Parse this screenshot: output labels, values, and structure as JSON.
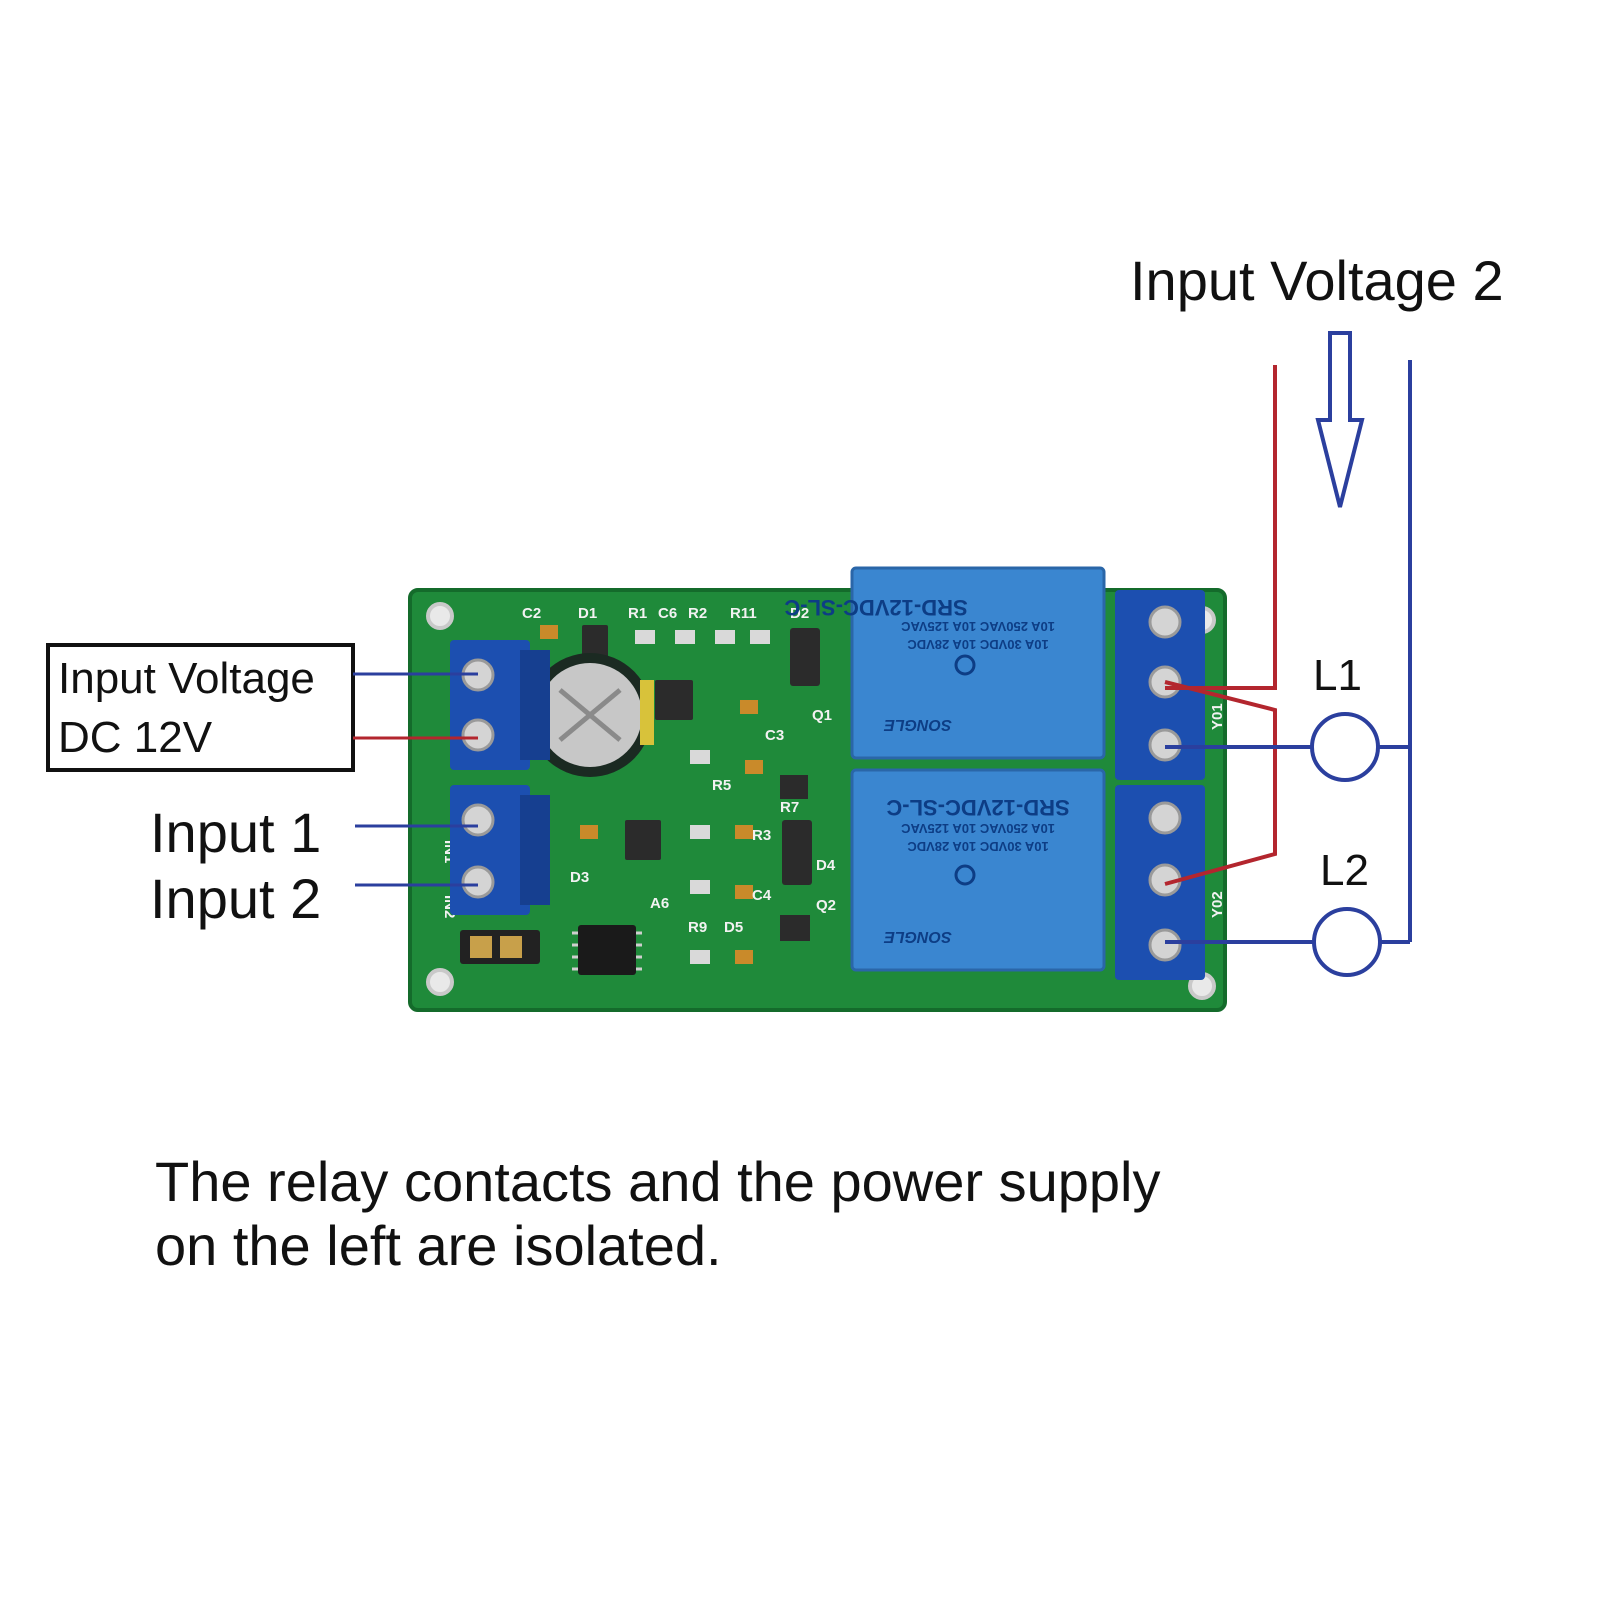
{
  "labels": {
    "input_voltage_dc_line1": "Input Voltage",
    "input_voltage_dc_line2": "DC 12V",
    "input1": "Input 1",
    "input2": "Input 2",
    "input_voltage2": "Input Voltage 2",
    "load1": "L1",
    "load2": "L2"
  },
  "pcb": {
    "relay_model": "SRD-12VDC-SL-C",
    "relay_rating_line1": "10A 250VAC  10A 125VAC",
    "relay_rating_line2": "10A 30VDC  10A 28VDC",
    "relay_brand": "SONGLE",
    "silkscreen": [
      "C2",
      "D1",
      "R1",
      "C6",
      "R2",
      "R11",
      "D2",
      "C3",
      "Q1",
      "R5",
      "R7",
      "R3",
      "D3",
      "A6",
      "R9",
      "D5",
      "C4",
      "D4",
      "Q2",
      "Y01",
      "Y02",
      "IN1",
      "IN2"
    ]
  },
  "caption": {
    "line1": "The relay contacts and the power supply",
    "line2": "on the left are isolated."
  },
  "colors": {
    "wire_red": "#b3262e",
    "wire_blue": "#2b3f9e",
    "pcb_green": "#1f8a3a",
    "terminal_blue": "#1c4fb0",
    "relay_blue": "#3a86d0"
  }
}
